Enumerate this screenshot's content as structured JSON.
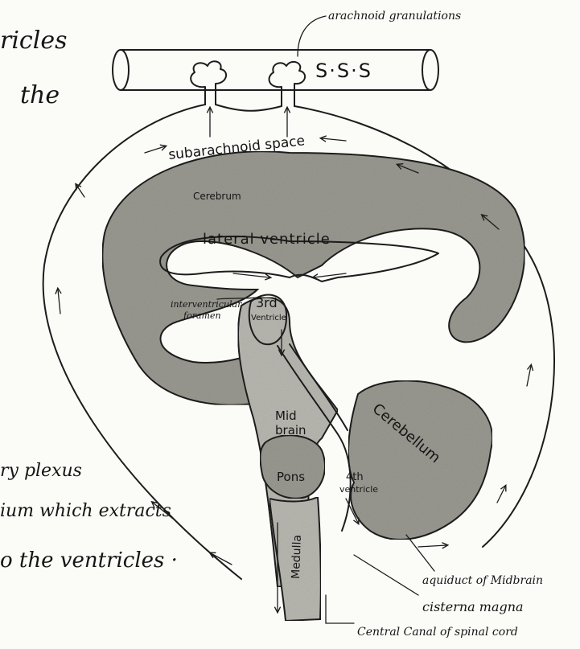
{
  "left_text": {
    "line1": "ricles",
    "line2": "the",
    "line3": "ry plexus",
    "line4": "ium which extracts",
    "line5": "o the ventricles ·"
  },
  "labels": {
    "arachnoid_granulations": "arachnoid granulations",
    "sss": "S·S·S",
    "subarachnoid_space": "subarachnoid space",
    "cerebrum": "Cerebrum",
    "lateral_ventricle": "lateral ventricle",
    "interventricular_foramen_1": "interventricular",
    "interventricular_foramen_2": "foramen",
    "third_ventricle_1": "3rd",
    "third_ventricle_2": "Ventricle",
    "midbrain_1": "Mid",
    "midbrain_2": "brain",
    "pons": "Pons",
    "medulla": "Medulla",
    "fourth_ventricle_1": "4th",
    "fourth_ventricle_2": "ventricle",
    "cerebellum": "Cerebellum",
    "aqueduct": "aquiduct of Midbrain",
    "cisterna_magna": "cisterna magna",
    "central_canal": "Central Canal of spinal cord"
  }
}
